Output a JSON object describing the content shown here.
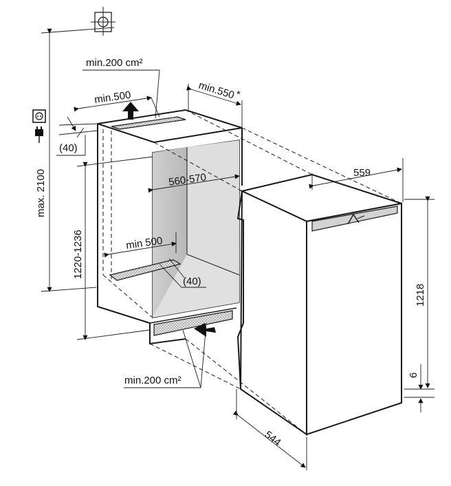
{
  "labels": {
    "vent_top_area": "min.200 cm²",
    "vent_top_width": "min.500",
    "depth_min": "min.550",
    "depth_star": "*",
    "gap_top": "(40)",
    "max_height": "max. 2100",
    "niche_height": "1220-1236",
    "niche_width": "560-570",
    "vent_bottom_width": "min 500",
    "gap_bottom": "(40)",
    "vent_bottom_area": "min.200 cm²",
    "appliance_width": "559",
    "appliance_height": "1218",
    "appliance_depth": "544",
    "foot_height": "6"
  },
  "icons": {
    "plug": "plug-icon",
    "socket": "socket-icon",
    "centre_mark": "centre-mark-icon"
  }
}
